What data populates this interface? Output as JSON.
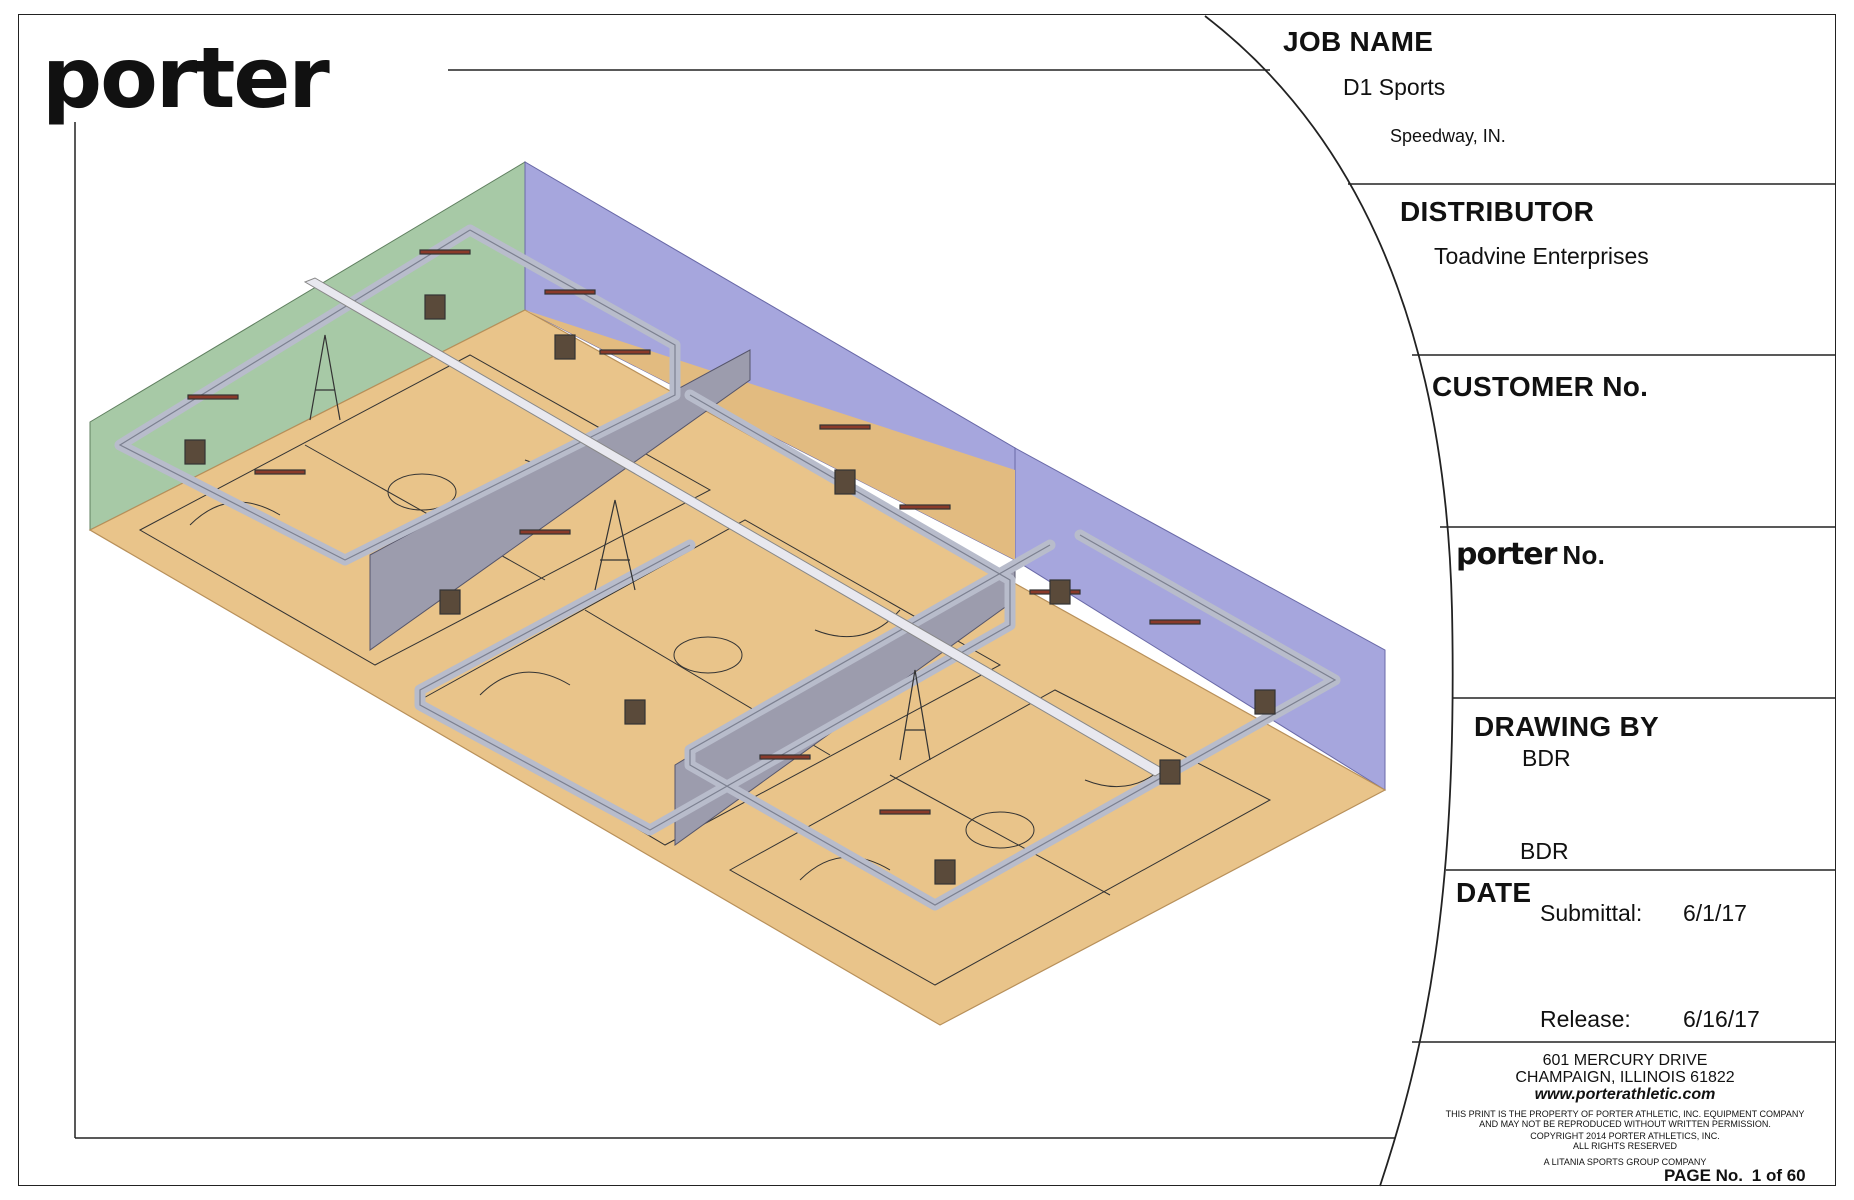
{
  "brand": {
    "logo_text": "porter"
  },
  "title_block": {
    "job_name": {
      "label": "JOB NAME",
      "name": "D1 Sports",
      "location": "Speedway, IN."
    },
    "distributor": {
      "label": "DISTRIBUTOR",
      "name": "Toadvine Enterprises"
    },
    "customer": {
      "label": "CUSTOMER No.",
      "value": ""
    },
    "porter_no": {
      "label": "No.",
      "value": ""
    },
    "drawing_by": {
      "label": "DRAWING BY",
      "value1": "BDR",
      "value2": "BDR"
    },
    "date": {
      "label": "DATE",
      "submittal_label": "Submittal:",
      "submittal_value": "6/1/17",
      "release_label": "Release:",
      "release_value": "6/16/17"
    },
    "footer": {
      "address1": "601 MERCURY DRIVE",
      "address2": "CHAMPAIGN, ILLINOIS 61822",
      "website": "www.porterathletic.com",
      "notice1": "THIS PRINT IS THE PROPERTY OF PORTER ATHLETIC, INC. EQUIPMENT COMPANY",
      "notice2": "AND MAY NOT BE REPRODUCED WITHOUT WRITTEN PERMISSION.",
      "copyright1": "COPYRIGHT 2014 PORTER ATHLETICS, INC.",
      "copyright2": "ALL RIGHTS RESERVED",
      "parent": "A LITANIA SPORTS GROUP COMPANY",
      "page_label": "PAGE No.",
      "page_value": "1 of 60"
    }
  },
  "colors": {
    "floor": "#e9c48a",
    "floor_edge": "#d4a96a",
    "wall_green": "#a7c9a6",
    "wall_purple": "#a6a6dd",
    "divider": "#9c9cad",
    "pipe": "#b8bccb",
    "line": "#222222"
  }
}
